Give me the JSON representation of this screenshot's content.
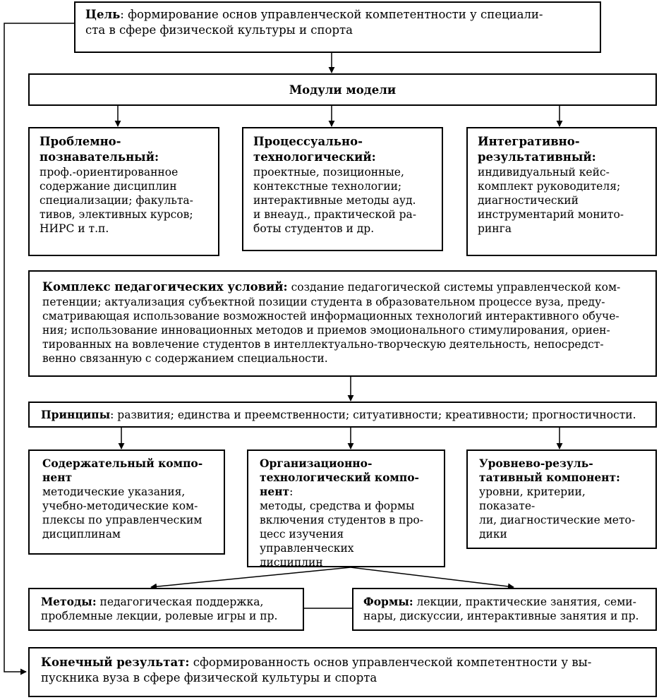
{
  "goal": {
    "label": "Цель",
    "text": ": формирование основ управленческой компетентности у специали-\nста в сфере физической культуры и спорта"
  },
  "modules_header": "Модули модели",
  "modules": [
    {
      "title": "Проблемно-\nпознавательный:",
      "text": "проф.-ориентированное\nсодержание дисциплин\nспециализации; факульта-\nтивов, элективных курсов;\nНИРС и т.п."
    },
    {
      "title": "Процессуально-\nтехнологический:",
      "text": "проектные, позиционные,\nконтекстные технологии;\nинтерактивные методы ауд.\nи внеауд., практической ра-\nботы студентов и др."
    },
    {
      "title": "Интегративно-\nрезультативный:",
      "text": "индивидуальный          кейс-\nкомплект руководителя;\nдиагностический\nинструментарий монито-\nринга"
    }
  ],
  "conditions": {
    "label": "Комплекс педагогических условий:",
    "text": " создание педагогической системы управленческой ком-\nпетенции; актуализация субъектной позиции студента в образовательном процессе вуза, преду-\nсматривающая использование возможностей информационных технологий интерактивного обуче-\nния; использование инновационных методов и приемов эмоционального стимулирования, ориен-\nтированных на вовлечение студентов в интеллектуально-творческую деятельность, непосредст-\nвенно связанную с содержанием специальности."
  },
  "principles": {
    "label": "Принципы",
    "text": ": развития; единства и преемственности; ситуативности; креативности; прогностичности."
  },
  "components": [
    {
      "title": "Содержательный компо-\nнент",
      "text": "методические указания,\nучебно-методические ком-\nплексы по управленческим\nдисциплинам"
    },
    {
      "title": "Организационно-\nтехнологический компо-\nнент",
      "text": ":\nметоды, средства и формы\nвключения студентов в про-\nцесс изучения управленческих\nдисциплин"
    },
    {
      "title": "Уровнево-резуль-\nтативный компонент:",
      "text": "уровни, критерии, показате-\nли, диагностические мето-\nдики"
    }
  ],
  "methods": {
    "label": "Методы:",
    "text": " педагогическая поддержка,\nпроблемные лекции, ролевые игры и пр."
  },
  "forms": {
    "label": "Формы:",
    "text": " лекции, практические занятия, семи-\nнары, дискуссии, интерактивные занятия и пр."
  },
  "result": {
    "label": "Конечный результат:",
    "text": " сформированность основ управленческой компетентности у вы-\nпускника вуза в сфере физической культуры и спорта"
  }
}
